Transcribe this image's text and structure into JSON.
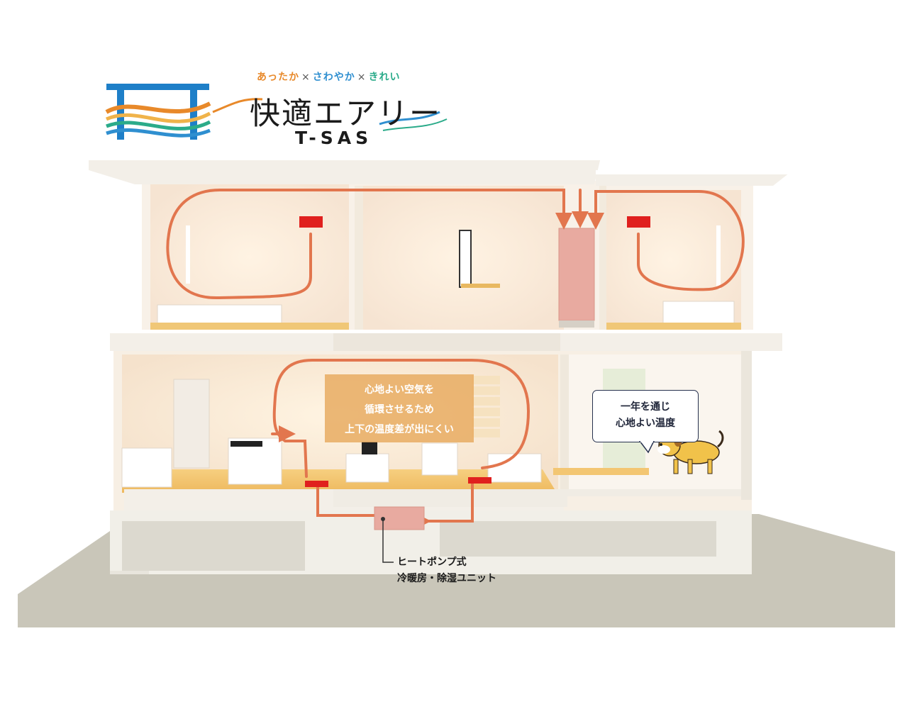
{
  "logo": {
    "tagline": {
      "warm": "あったか",
      "cool": "さわやか",
      "clean": "きれい",
      "separator": "×"
    },
    "brand_name": "快適エアリー",
    "brand_sub": "T-SAS",
    "colors": {
      "warm": "#e8892a",
      "cool": "#2f8fd0",
      "clean": "#2bab8a",
      "frame": "#1e7fc8"
    }
  },
  "callouts": {
    "center": {
      "line1": "心地よい空気を",
      "line2": "循環させるため",
      "line3": "上下の温度差が出にくい"
    },
    "speech": {
      "line1": "一年を通じ",
      "line2": "心地よい温度"
    },
    "unit": {
      "line1": "ヒートポンプ式",
      "line2": "冷暖房・除湿ユニット"
    }
  },
  "colors": {
    "airflow": "#e2764e",
    "vent": "#e0201e",
    "unit": "#e8aaa0",
    "floor": "#f3c672",
    "ground": "#c9c6b9",
    "callout_bg": "#e8ac62",
    "speech_border": "#26314f"
  }
}
